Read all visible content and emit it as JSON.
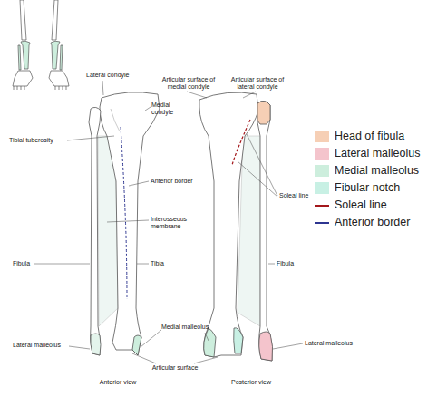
{
  "diagram": {
    "labels": [
      "Lateral condyle",
      "Articular surface of medial condyle",
      "Articular surface of lateral condyle",
      "Medial condyle",
      "Tibial tuberosity",
      "Anterior border",
      "Soleal line",
      "Interosseous membrane",
      "Fibula",
      "Tibia",
      "Fibula",
      "Medial malleolus",
      "Lateral malleolus",
      "Lateral malleolus",
      "Articular surface",
      "Anterior view",
      "Posterior view"
    ],
    "legend": [
      {
        "text": "Head of fibula",
        "color": "#f6cfb5"
      },
      {
        "text": "Lateral malleolus",
        "color": "#f4c4cc"
      },
      {
        "text": "Medial malleolus",
        "color": "#cdeedd"
      },
      {
        "text": "Fibular notch",
        "color": "#c8f0e4"
      },
      {
        "text": "Soleal line"
      },
      {
        "text": "Anterior border"
      }
    ]
  }
}
